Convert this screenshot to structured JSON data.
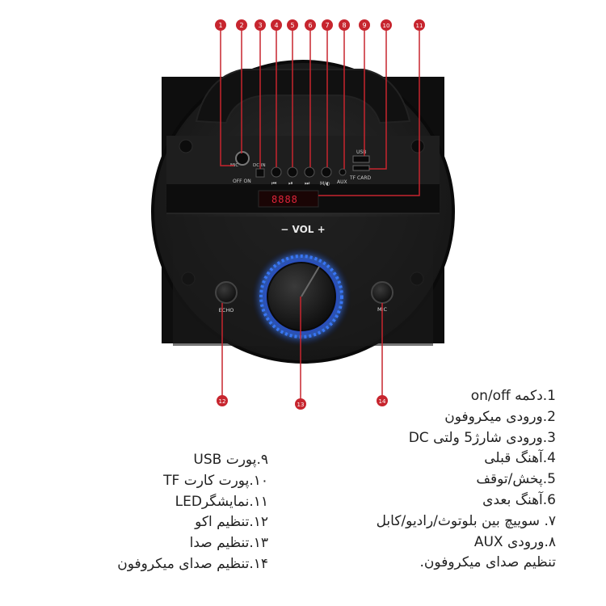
{
  "callouts": {
    "top": [
      "1",
      "2",
      "3",
      "4",
      "5",
      "6",
      "7",
      "8",
      "9",
      "10",
      "11"
    ],
    "bottom": [
      "12",
      "13",
      "14"
    ]
  },
  "speaker_labels": {
    "mic_jack": "MIC",
    "off_on": "OFF ON",
    "dc_in": "DC IN",
    "prev": "⏮",
    "play": "⏯",
    "next": "⏭",
    "mode": "M/◐",
    "aux": "AUX",
    "usb": "USB",
    "tf_card": "TF CARD",
    "display": "8888",
    "volume": "− VOL +",
    "echo_knob": "ECHO",
    "mic_knob": "MIC"
  },
  "colors": {
    "callout_red": "#c7252e",
    "speaker_body": "#1c1c1c",
    "glow_blue": "#3a7bff"
  },
  "legend_right": [
    "1.دکمه on/off",
    "2.ورودی میکروفون",
    "3.ورودی شارژ5 ولتی DC",
    "4.آهنگ قبلی",
    "5.پخش/توقف",
    "6.آهنگ بعدی",
    "۷. سوییچ بین بلوتوث/رادیو/کابل",
    "۸.ورودی AUX",
    "تنظیم صدای میکروفون."
  ],
  "legend_left": [
    "۹.پورت USB",
    "۱۰.پورت کارت TF",
    "۱۱.نمایشگرLED",
    "۱۲.تنظیم اکو",
    "۱۳.تنظیم صدا",
    "۱۴.تنظیم صدای میکروفون"
  ]
}
